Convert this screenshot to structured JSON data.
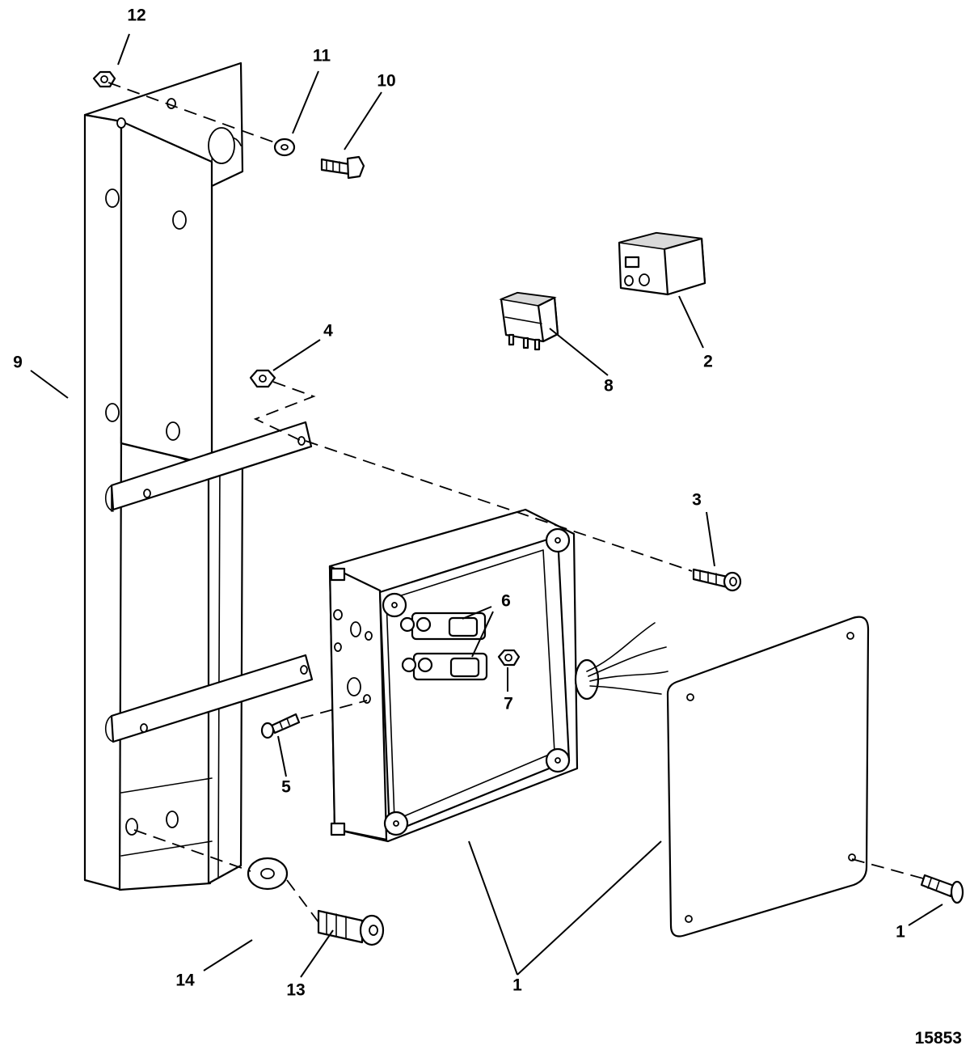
{
  "callouts": [
    {
      "id": "c12",
      "label": "12"
    },
    {
      "id": "c11",
      "label": "11"
    },
    {
      "id": "c10",
      "label": "10"
    },
    {
      "id": "c9",
      "label": "9"
    },
    {
      "id": "c4",
      "label": "4"
    },
    {
      "id": "c8",
      "label": "8"
    },
    {
      "id": "c2",
      "label": "2"
    },
    {
      "id": "c3",
      "label": "3"
    },
    {
      "id": "c6",
      "label": "6"
    },
    {
      "id": "c7",
      "label": "7"
    },
    {
      "id": "c5",
      "label": "5"
    },
    {
      "id": "c1a",
      "label": "1"
    },
    {
      "id": "c1b",
      "label": "1"
    },
    {
      "id": "c14",
      "label": "14"
    },
    {
      "id": "c13",
      "label": "13"
    }
  ],
  "reference_number": "15853"
}
